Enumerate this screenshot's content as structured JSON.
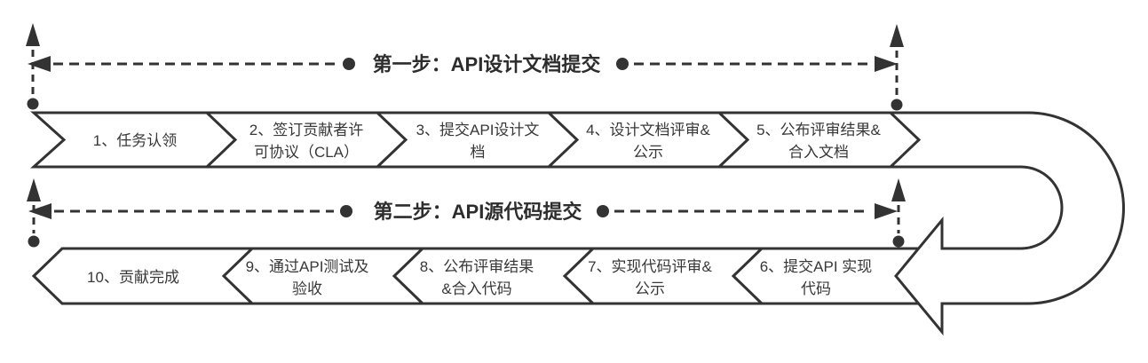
{
  "diagram": {
    "colors": {
      "line": "#333333",
      "step_text": "#383838",
      "title_text": "#2d2d2d",
      "background": "#ffffff"
    },
    "phases": [
      {
        "label": "第一步：API设计文档提交",
        "steps": [
          {
            "label": "1、任务认领",
            "line1": "1、任务认领",
            "line2": ""
          },
          {
            "label": "2、签订贡献者许可协议（CLA）",
            "line1": "2、签订贡献者许",
            "line2": "可协议（CLA）"
          },
          {
            "label": "3、提交API设计文档",
            "line1": "3、提交API设计文",
            "line2": "档"
          },
          {
            "label": "4、设计文档评审&公示",
            "line1": "4、设计文档评审&",
            "line2": "公示"
          },
          {
            "label": "5、公布评审结果&合入文档",
            "line1": "5、公布评审结果&",
            "line2": "合入文档"
          }
        ]
      },
      {
        "label": "第二步：API源代码提交",
        "steps": [
          {
            "label": "6、提交API 实现代码",
            "line1": "6、提交API 实现",
            "line2": "代码"
          },
          {
            "label": "7、实现代码评审&公示",
            "line1": "7、实现代码评审&",
            "line2": "公示"
          },
          {
            "label": "8、公布评审结果&合入代码",
            "line1": "8、公布评审结果",
            "line2": "&合入代码"
          },
          {
            "label": "9、通过API测试及验收",
            "line1": "9、通过API测试及",
            "line2": "验收"
          },
          {
            "label": "10、贡献完成",
            "line1": "10、贡献完成",
            "line2": ""
          }
        ]
      }
    ]
  }
}
